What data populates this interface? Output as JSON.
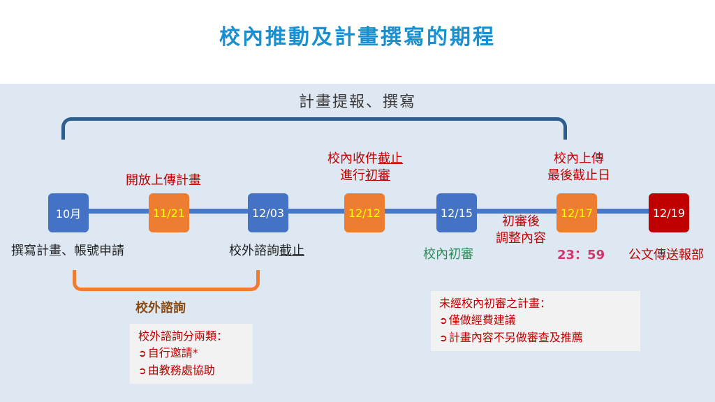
{
  "title": "校內推動及計畫撰寫的期程",
  "phase": {
    "label": "計畫提報、撰寫"
  },
  "nodes": [
    {
      "date": "10月"
    },
    {
      "date": "11/21"
    },
    {
      "date": "12/03"
    },
    {
      "date": "12/12"
    },
    {
      "date": "12/15"
    },
    {
      "date": "12/17"
    },
    {
      "date": "12/19"
    }
  ],
  "labels": {
    "open_upload": "開放上傳計畫",
    "collect_line1_a": "校內收件",
    "collect_line1_b": "截止",
    "collect_line2_a": "進行",
    "collect_line2_b": "初審",
    "upload_line1": "校內上傳",
    "upload_line2": "最後截止日",
    "write_apply": "撰寫計畫、帳號申請",
    "consult_a": "校外諮詢",
    "consult_b": "截止",
    "campus_review": "校內初審",
    "adjust_line1": "初審後",
    "adjust_line2": "調整內容",
    "deadline_time": "23：59",
    "send_ministry": "公文傳送報部",
    "consult_title": "校外諮詢"
  },
  "notes": {
    "consult": {
      "heading": "校外諮詢分兩類：",
      "items": [
        "自行邀請*",
        "由教務處協助"
      ]
    },
    "review": {
      "heading": "未經校內初審之計畫：",
      "items": [
        "僅做經費建議",
        "計畫內容不另做審查及推薦"
      ]
    }
  },
  "colors": {
    "title": "#1a8fd0",
    "panel": "#dde8f3",
    "node_blue": "#4472c4",
    "node_orange": "#ed7d31",
    "node_red": "#c00000",
    "accent_red": "#c00000"
  },
  "icons": {
    "bullet": "arrow-circle-icon"
  }
}
